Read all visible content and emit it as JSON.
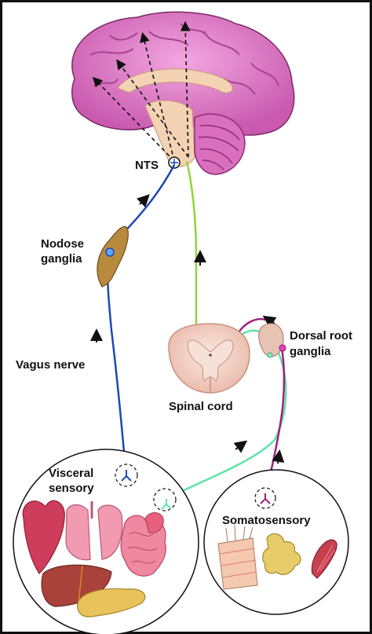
{
  "labels": {
    "nts": "NTS",
    "nodose_line1": "Nodose",
    "nodose_line2": "ganglia",
    "vagus": "Vagus nerve",
    "dorsal_line1": "Dorsal root",
    "dorsal_line2": "ganglia",
    "spinal": "Spinal cord",
    "visceral_line1": "Visceral",
    "visceral_line2": "sensory",
    "somato": "Somatosensory"
  },
  "colors": {
    "vagus": "#1f47b8",
    "spinothalamic": "#8ed53a",
    "visceral_spinal": "#5fe3a8",
    "somatic": "#a0207e",
    "brain": "#e07fc7",
    "border": "#111111"
  }
}
